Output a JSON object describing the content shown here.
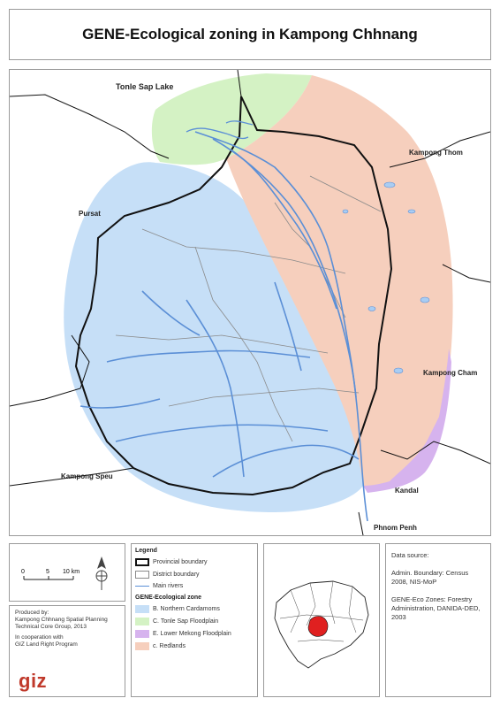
{
  "title": "GENE-Ecological zoning in Kampong Chhnang",
  "map": {
    "lake_label": "Tonle Sap Lake",
    "neighbors": {
      "kampong_thom": "Kampong Thom",
      "pursat": "Pursat",
      "kampong_cham": "Kampong Cham",
      "kampong_speu": "Kampong Speu",
      "kandal": "Kandal",
      "phnom_penh": "Phnom Penh"
    },
    "zone_colors": {
      "northern_cardamoms": "#c6dff7",
      "tonle_sap_floodplain": "#d4f2c4",
      "lower_mekong_floodplain": "#d6b3ee",
      "redlands": "#f6cfbd"
    },
    "river_color": "#5b8fd6"
  },
  "scale": {
    "ticks": [
      "0",
      "5",
      "10 km"
    ]
  },
  "credits": {
    "produced_label": "Produced by:",
    "produced_by": "Kampong Chhnang Spatial Planning Technical Core Group, 2013",
    "cooperation_label": "In cooperation with",
    "cooperation": "GIZ Land Right Program",
    "logo": "giz"
  },
  "legend": {
    "title": "Legend",
    "provincial_boundary": "Provincial boundary",
    "district_boundary": "District boundary",
    "main_rivers": "Main rivers",
    "zone_heading": "GENE-Ecological zone",
    "zones": [
      {
        "label": "B. Northern Cardamoms",
        "color": "#c6dff7"
      },
      {
        "label": "C. Tonle Sap Floodplain",
        "color": "#d4f2c4"
      },
      {
        "label": "E. Lower Mekong Floodplain",
        "color": "#d6b3ee"
      },
      {
        "label": "c. Redlands",
        "color": "#f6cfbd"
      }
    ]
  },
  "source": {
    "heading": "Data source:",
    "admin": "Admin. Boundary: Census 2008, NIS-MoP",
    "eco": "GENE-Eco Zones: Forestry Administration, DANIDA-DED, 2003"
  }
}
